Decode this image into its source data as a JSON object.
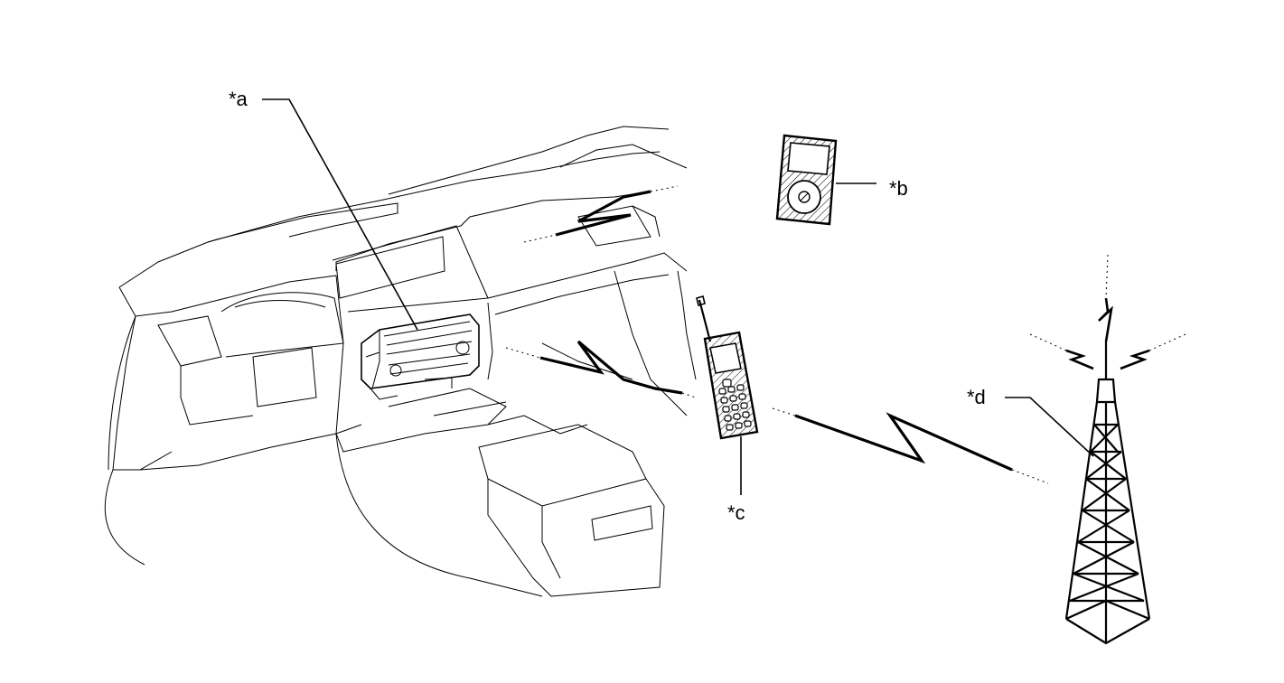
{
  "labels": {
    "a": "*a",
    "b": "*b",
    "c": "*c",
    "d": "*d"
  },
  "colors": {
    "line": "#000000",
    "background": "#ffffff"
  }
}
